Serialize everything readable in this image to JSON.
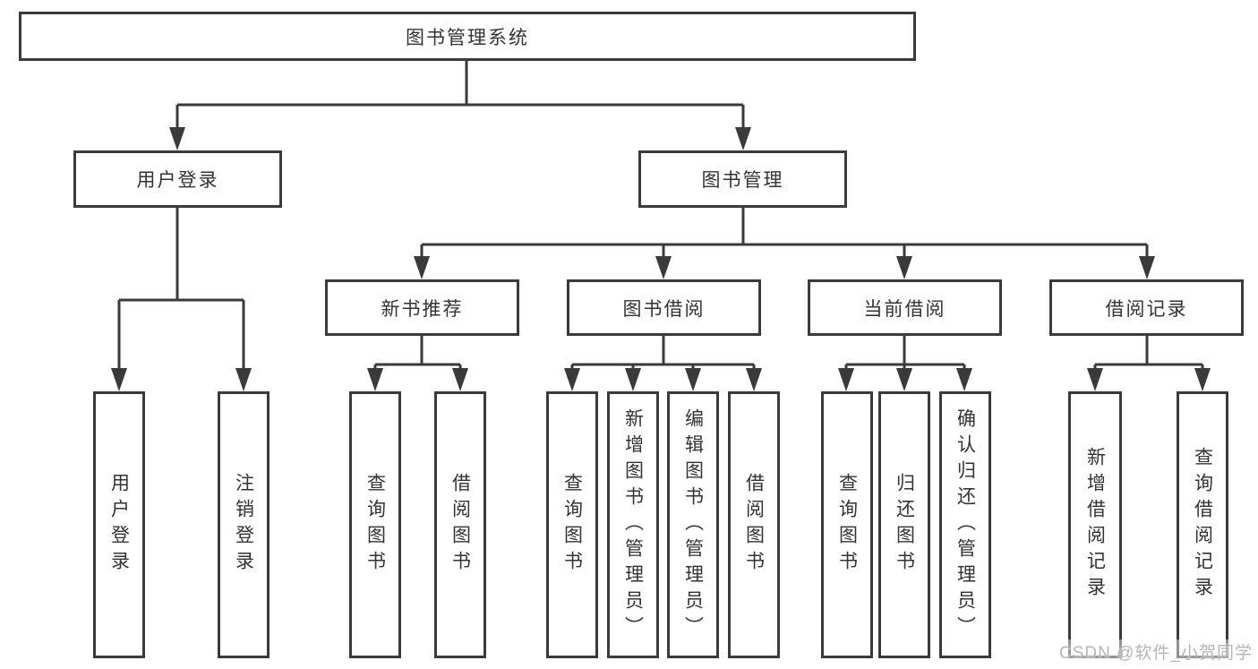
{
  "diagram": {
    "root": {
      "label": "图书管理系统"
    },
    "level2": [
      {
        "label": "用户登录",
        "children": [
          {
            "label": "用户登录"
          },
          {
            "label": "注销登录"
          }
        ]
      },
      {
        "label": "图书管理",
        "children": [
          {
            "label": "新书推荐",
            "children": [
              {
                "label": "查询图书"
              },
              {
                "label": "借阅图书"
              }
            ]
          },
          {
            "label": "图书借阅",
            "children": [
              {
                "label": "查询图书"
              },
              {
                "label": "新增图书（管理员）"
              },
              {
                "label": "编辑图书（管理员）"
              },
              {
                "label": "借阅图书"
              }
            ]
          },
          {
            "label": "当前借阅",
            "children": [
              {
                "label": "查询图书"
              },
              {
                "label": "归还图书"
              },
              {
                "label": "确认归还（管理员）"
              }
            ]
          },
          {
            "label": "借阅记录",
            "children": [
              {
                "label": "新增借阅记录"
              },
              {
                "label": "查询借阅记录"
              }
            ]
          }
        ]
      }
    ]
  },
  "watermark": {
    "text": "CSDN @软件_小贺同学"
  },
  "colors": {
    "line": "#3a3a3a",
    "text": "#333333",
    "watermark": "#b5b5b5",
    "background": "#ffffff"
  }
}
